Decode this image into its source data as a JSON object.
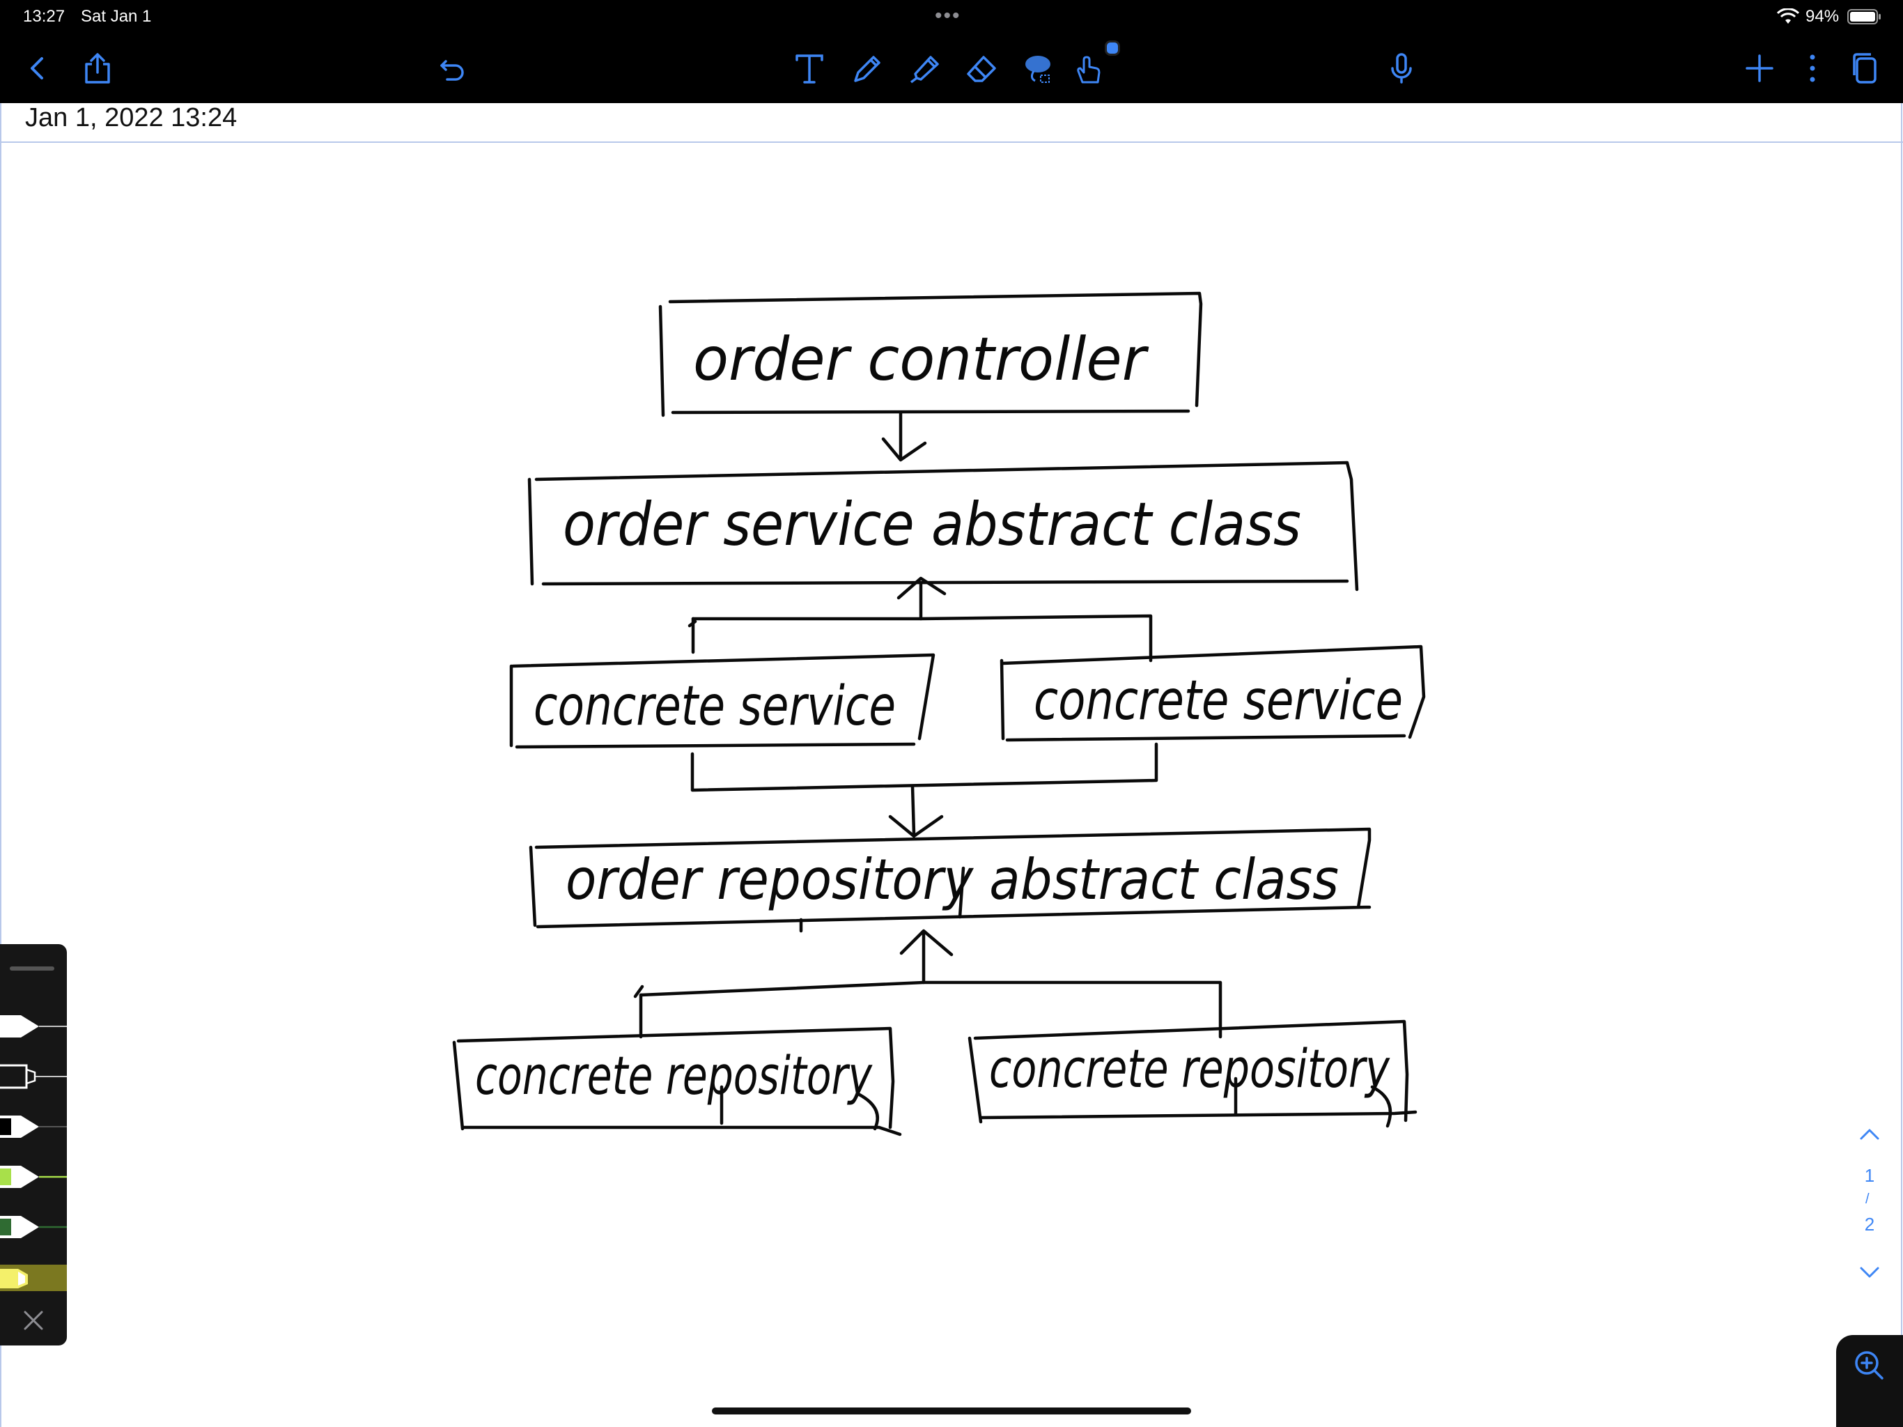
{
  "status_bar": {
    "time": "13:27",
    "date": "Sat Jan 1",
    "battery": "94%"
  },
  "toolbar": {
    "accent_color": "#3e86f5",
    "left_icons": [
      "back-icon",
      "share-icon",
      "undo-icon"
    ],
    "tools": [
      "text-tool-icon",
      "pen-tool-icon",
      "highlighter-tool-icon",
      "eraser-tool-icon",
      "lasso-tool-icon",
      "touch-tool-icon"
    ],
    "right_icons": [
      "microphone-icon",
      "add-icon",
      "more-icon",
      "pages-icon"
    ]
  },
  "note": {
    "date": "Jan 1, 2022 13:24"
  },
  "diagram": {
    "boxes": [
      "order controller",
      "order service abstract class",
      "concrete service",
      "concrete service",
      "order repository abstract class",
      "concrete repository",
      "concrete repository"
    ]
  },
  "pen_palette": {
    "pens": [
      {
        "kind": "fountain-pen",
        "color": "#ffffff"
      },
      {
        "kind": "ballpoint-pen",
        "color": "#ffffff"
      },
      {
        "kind": "fountain-pen",
        "color": "#000000"
      },
      {
        "kind": "fountain-pen",
        "color": "#a8e04a"
      },
      {
        "kind": "fountain-pen",
        "color": "#2f6b32"
      },
      {
        "kind": "highlighter",
        "color": "#f4f06a"
      }
    ]
  },
  "page_nav": {
    "current": "1",
    "separator": "/",
    "total": "2"
  }
}
